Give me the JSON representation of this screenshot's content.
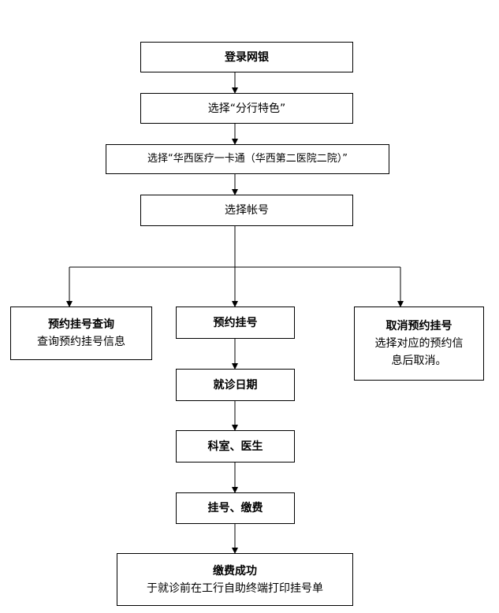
{
  "steps": {
    "login": "登录网银",
    "branch": "选择“分行特色”",
    "huaxi": "选择“华西医疗一卡通（华西第二医院二院）”",
    "account": "选择帐号",
    "query": {
      "title": "预约挂号查询",
      "desc": "查询预约挂号信息"
    },
    "book": "预约挂号",
    "cancel": {
      "title": "取消预约挂号",
      "desc_line1": "选择对应的预约信",
      "desc_line2": "息后取消。"
    },
    "date": "就诊日期",
    "dept": "科室、医生",
    "pay": "挂号、缴费",
    "success": {
      "title": "缴费成功",
      "desc": "于就诊前在工行自助终端打印挂号单"
    }
  }
}
